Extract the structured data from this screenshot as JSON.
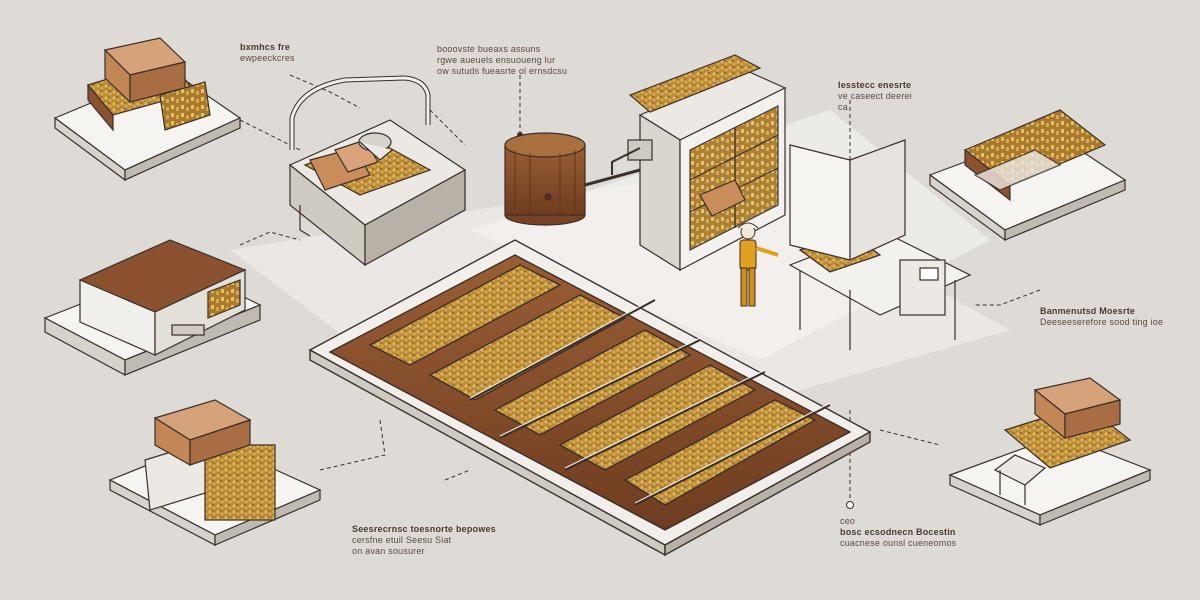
{
  "labels": [
    {
      "id": "callout-top-left",
      "lines": [
        "bxmhcs fre",
        "ewpeeckcres"
      ]
    },
    {
      "id": "callout-top-center",
      "lines": [
        "booovste bueaxs assuns",
        "rgwe aueuels ensuoueng lur",
        "ow sutuds fueasrte ol ernsdcsu"
      ]
    },
    {
      "id": "callout-top-right",
      "lines": [
        "lesstecc enesrte",
        "ve caseect deerei",
        "ca"
      ]
    },
    {
      "id": "callout-right-mid",
      "lines": [
        "Banmenutsd Moesrte",
        "Deeseeserefore sood ting ioe"
      ]
    },
    {
      "id": "callout-bottom-center",
      "lines": [
        "Seesrecrnsc toesnorte bepowes",
        "cersfne etuil Seesu Siat",
        "on avan sousurer"
      ]
    },
    {
      "id": "callout-bottom-right",
      "lines": [
        "ceo",
        "bosc ecsodnecn Bocestin",
        "cuacnese ounsl cueneomos"
      ]
    }
  ],
  "colors": {
    "background": "#dedbd6",
    "brown": "#8a5230",
    "box": "#c98d5c",
    "grain": "#c9a040",
    "line": "#3a2f2a",
    "worker": "#e0a020"
  }
}
